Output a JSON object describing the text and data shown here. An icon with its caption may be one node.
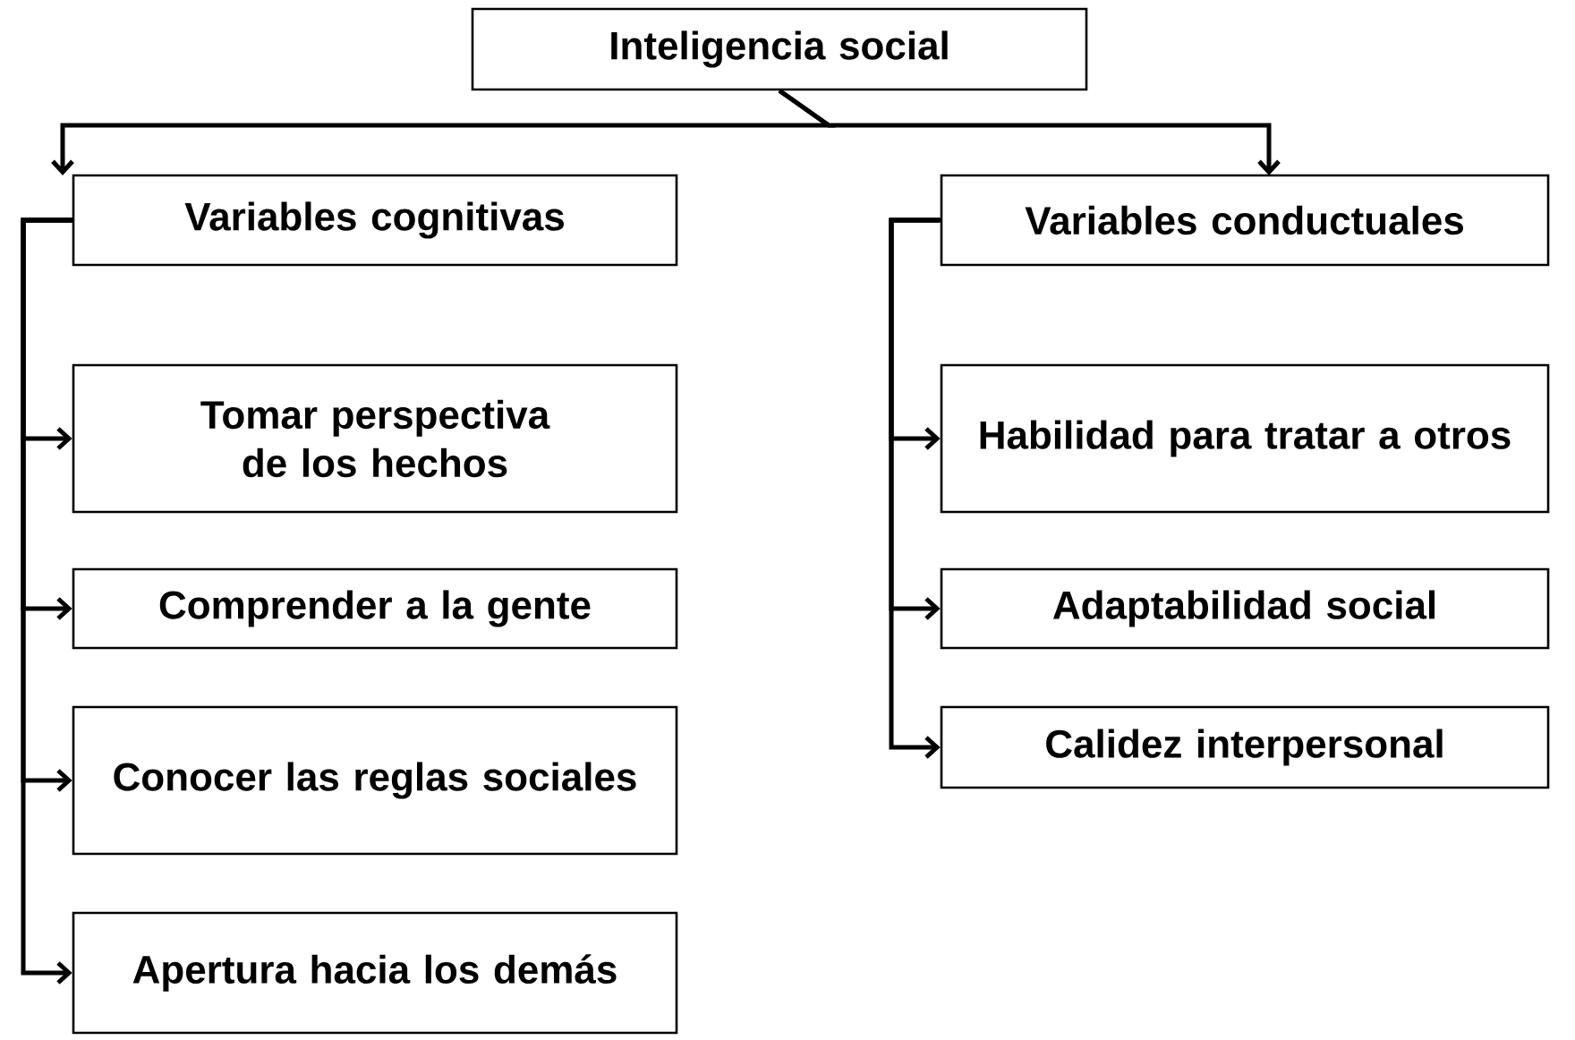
{
  "diagram": {
    "nodes": [
      {
        "text": [
          "Inteligencia social"
        ]
      },
      {
        "text": [
          "Variables cognitivas"
        ]
      },
      {
        "text": [
          "Variables conductuales"
        ]
      },
      {
        "text": [
          "Tomar perspectiva de los hechos"
        ]
      },
      {
        "text": [
          "Comprender a la gente"
        ]
      },
      {
        "text": [
          "Conocer las reglas sociales"
        ]
      },
      {
        "text": [
          "Apertura hacia los demás"
        ]
      },
      {
        "text": [
          "Habilidad para tratar a otros"
        ]
      },
      {
        "text": [
          "Adaptabilidad social"
        ]
      },
      {
        "text": [
          "Calidez interpersonal"
        ]
      }
    ],
    "edges": [
      {
        "from": 0,
        "to": 1,
        "arrow": "to"
      },
      {
        "from": 0,
        "to": 2,
        "arrow": "to"
      },
      {
        "from": 1,
        "to": 3,
        "arrow": "to"
      },
      {
        "from": 1,
        "to": 4,
        "arrow": "to"
      },
      {
        "from": 1,
        "to": 5,
        "arrow": "to"
      },
      {
        "from": 1,
        "to": 6,
        "arrow": "to"
      },
      {
        "from": 2,
        "to": 7,
        "arrow": "to"
      },
      {
        "from": 2,
        "to": 8,
        "arrow": "to"
      },
      {
        "from": 2,
        "to": 9,
        "arrow": "to"
      }
    ]
  }
}
